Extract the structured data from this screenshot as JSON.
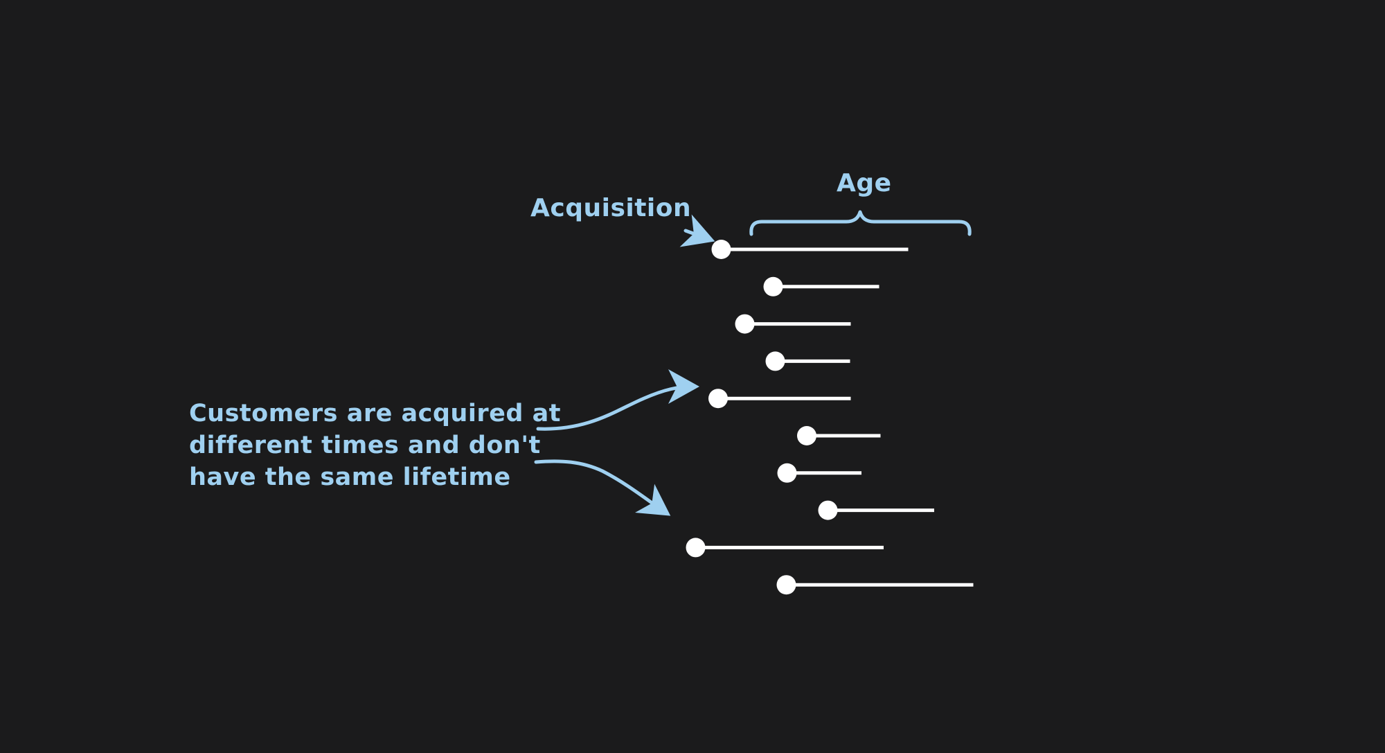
{
  "labels": {
    "age": "Age",
    "acquisition": "Acquisition",
    "note_lines": [
      "Customers are acquired at",
      "different times and don't",
      "have the same lifetime"
    ]
  },
  "colors": {
    "background": "#1b1b1c",
    "accent": "#9fd0f0",
    "lines": "#ffffff"
  },
  "customers": [
    {
      "start": 0.083,
      "end": 0.623
    },
    {
      "start": 0.233,
      "end": 0.539
    },
    {
      "start": 0.151,
      "end": 0.457
    },
    {
      "start": 0.239,
      "end": 0.455
    },
    {
      "start": 0.074,
      "end": 0.457
    },
    {
      "start": 0.33,
      "end": 0.543
    },
    {
      "start": 0.273,
      "end": 0.488
    },
    {
      "start": 0.391,
      "end": 0.698
    },
    {
      "start": 0.009,
      "end": 0.552
    },
    {
      "start": 0.271,
      "end": 0.811
    }
  ]
}
